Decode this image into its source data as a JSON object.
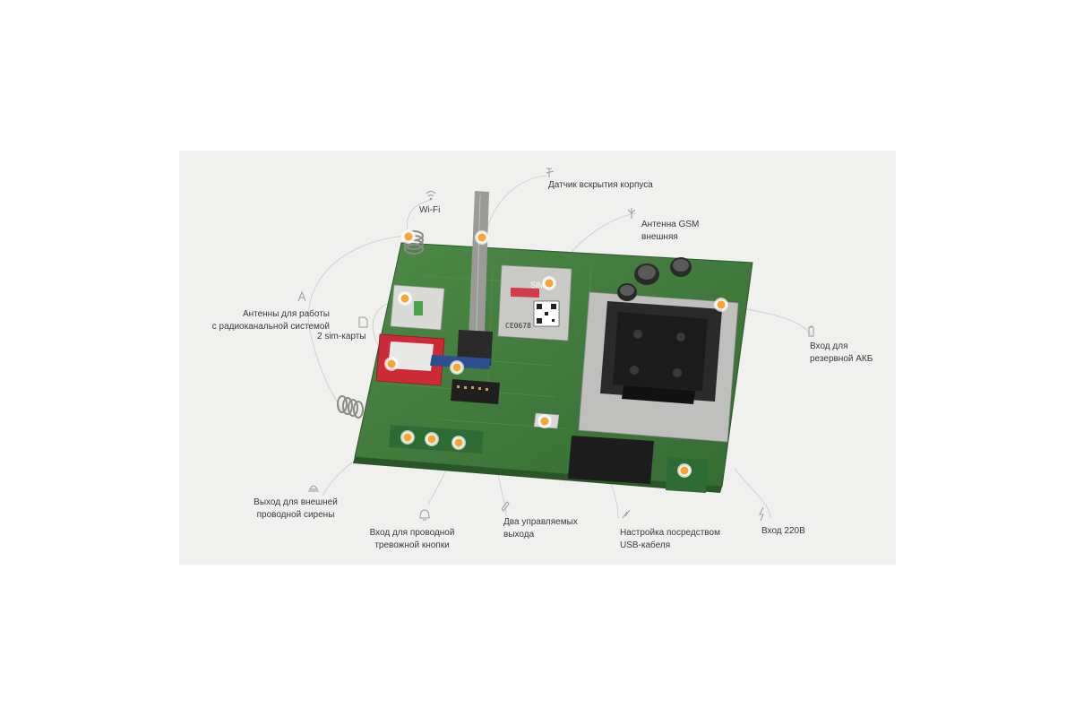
{
  "labels": {
    "tamper": "Датчик вскрытия корпуса",
    "wifi": "Wi-Fi",
    "gsm_antenna": [
      "Антенна GSM",
      "внешняя"
    ],
    "radio_antennas": [
      "Антенны для работы",
      "с радиоканальной системой"
    ],
    "sim_cards": "2 sim-карты",
    "backup_battery": [
      "Вход для",
      "резервной АКБ"
    ],
    "siren_output": [
      "Выход для внешней",
      "проводной сирены"
    ],
    "alarm_button_input": [
      "Вход для проводной",
      "тревожной кнопки"
    ],
    "controlled_outputs": [
      "Два управляемых",
      "выхода"
    ],
    "usb_setup": [
      "Настройка посредством",
      "USB-кабеля"
    ],
    "power_input": "Вход 220В"
  },
  "module": {
    "brand": "SIM",
    "line2": "CE0678"
  },
  "colors": {
    "panel_bg": "#f0f0ef",
    "pcb_green": "#3f7a3a",
    "marker_orange": "#f0a030",
    "callout_line": "#c8c8c8"
  },
  "icons": {
    "tamper": "tamper-switch-icon",
    "wifi": "wifi-icon",
    "gsm_antenna": "antenna-icon",
    "radio_antennas": "radio-tower-icon",
    "sim_cards": "sim-card-icon",
    "backup_battery": "battery-icon",
    "siren_output": "siren-icon",
    "alarm_button_input": "bell-icon",
    "controlled_outputs": "pen-icon",
    "usb_setup": "usb-plug-icon",
    "power_input": "lightning-icon"
  }
}
